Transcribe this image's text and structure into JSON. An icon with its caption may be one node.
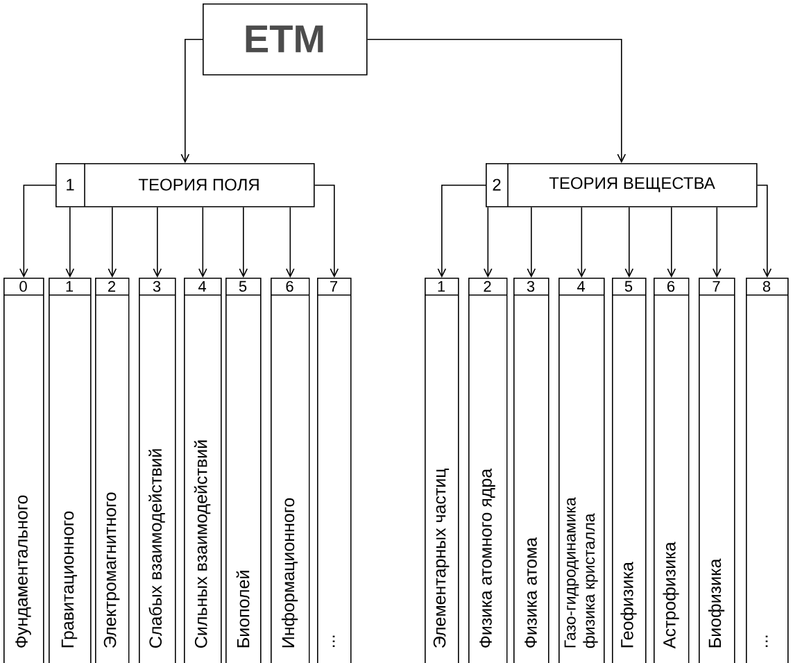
{
  "diagram": {
    "nodes": [
      {
        "text": [
          "ЕТМ"
        ]
      },
      {
        "text": [
          "1",
          "ТЕОРИЯ ПОЛЯ"
        ]
      },
      {
        "text": [
          "2",
          "ТЕОРИЯ ВЕЩЕСТВА"
        ]
      },
      {
        "text": [
          "0",
          "Фундаментального"
        ]
      },
      {
        "text": [
          "1",
          "Гравитационного"
        ]
      },
      {
        "text": [
          "2",
          "Электромагнитного"
        ]
      },
      {
        "text": [
          "3",
          "Слабых взаимодействий"
        ]
      },
      {
        "text": [
          "4",
          "Сильных взаимодействий"
        ]
      },
      {
        "text": [
          "5",
          "Биополей"
        ]
      },
      {
        "text": [
          "6",
          "Информационного"
        ]
      },
      {
        "text": [
          "7",
          "..."
        ]
      },
      {
        "text": [
          "1",
          "Элементарных частиц"
        ]
      },
      {
        "text": [
          "2",
          "Физика атомного ядра"
        ]
      },
      {
        "text": [
          "3",
          "Физика атома"
        ]
      },
      {
        "text": [
          "4",
          "Газо-гидродинамика",
          "физика кристалла"
        ]
      },
      {
        "text": [
          "5",
          "Геофизика"
        ]
      },
      {
        "text": [
          "6",
          "Астрофизика"
        ]
      },
      {
        "text": [
          "7",
          "Биофизика"
        ]
      },
      {
        "text": [
          "8",
          "..."
        ]
      }
    ],
    "edges": [
      {
        "from": 0,
        "to": 1,
        "arrow": "to"
      },
      {
        "from": 0,
        "to": 2,
        "arrow": "to"
      },
      {
        "from": 1,
        "to": 3,
        "arrow": "to"
      },
      {
        "from": 1,
        "to": 4,
        "arrow": "to"
      },
      {
        "from": 1,
        "to": 5,
        "arrow": "to"
      },
      {
        "from": 1,
        "to": 6,
        "arrow": "to"
      },
      {
        "from": 1,
        "to": 7,
        "arrow": "to"
      },
      {
        "from": 1,
        "to": 8,
        "arrow": "to"
      },
      {
        "from": 1,
        "to": 9,
        "arrow": "to"
      },
      {
        "from": 1,
        "to": 10,
        "arrow": "to"
      },
      {
        "from": 2,
        "to": 11,
        "arrow": "to"
      },
      {
        "from": 2,
        "to": 12,
        "arrow": "to"
      },
      {
        "from": 2,
        "to": 13,
        "arrow": "to"
      },
      {
        "from": 2,
        "to": 14,
        "arrow": "to"
      },
      {
        "from": 2,
        "to": 15,
        "arrow": "to"
      },
      {
        "from": 2,
        "to": 16,
        "arrow": "to"
      },
      {
        "from": 2,
        "to": 17,
        "arrow": "to"
      },
      {
        "from": 2,
        "to": 18,
        "arrow": "to"
      }
    ]
  }
}
